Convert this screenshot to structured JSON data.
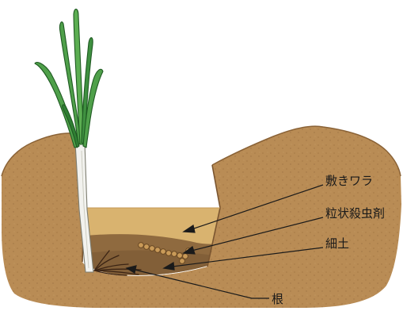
{
  "labels": {
    "straw_mulch": "敷きワラ",
    "granular_insecticide": "粒状殺虫剤",
    "fine_soil": "細土",
    "root": "根"
  },
  "colors": {
    "soil_outer": "#b98c55",
    "soil_speckle": "#9c6f3c",
    "straw_layer": "#d9b36f",
    "fine_soil_layer": "#8f6a3f",
    "leaf_green": "#4fa04a",
    "leaf_dark": "#2f7f33",
    "stem_white": "#f2f2ee",
    "granules": "#c99a58",
    "root_color": "#3b2414",
    "leader_line": "#1a1a1a"
  }
}
